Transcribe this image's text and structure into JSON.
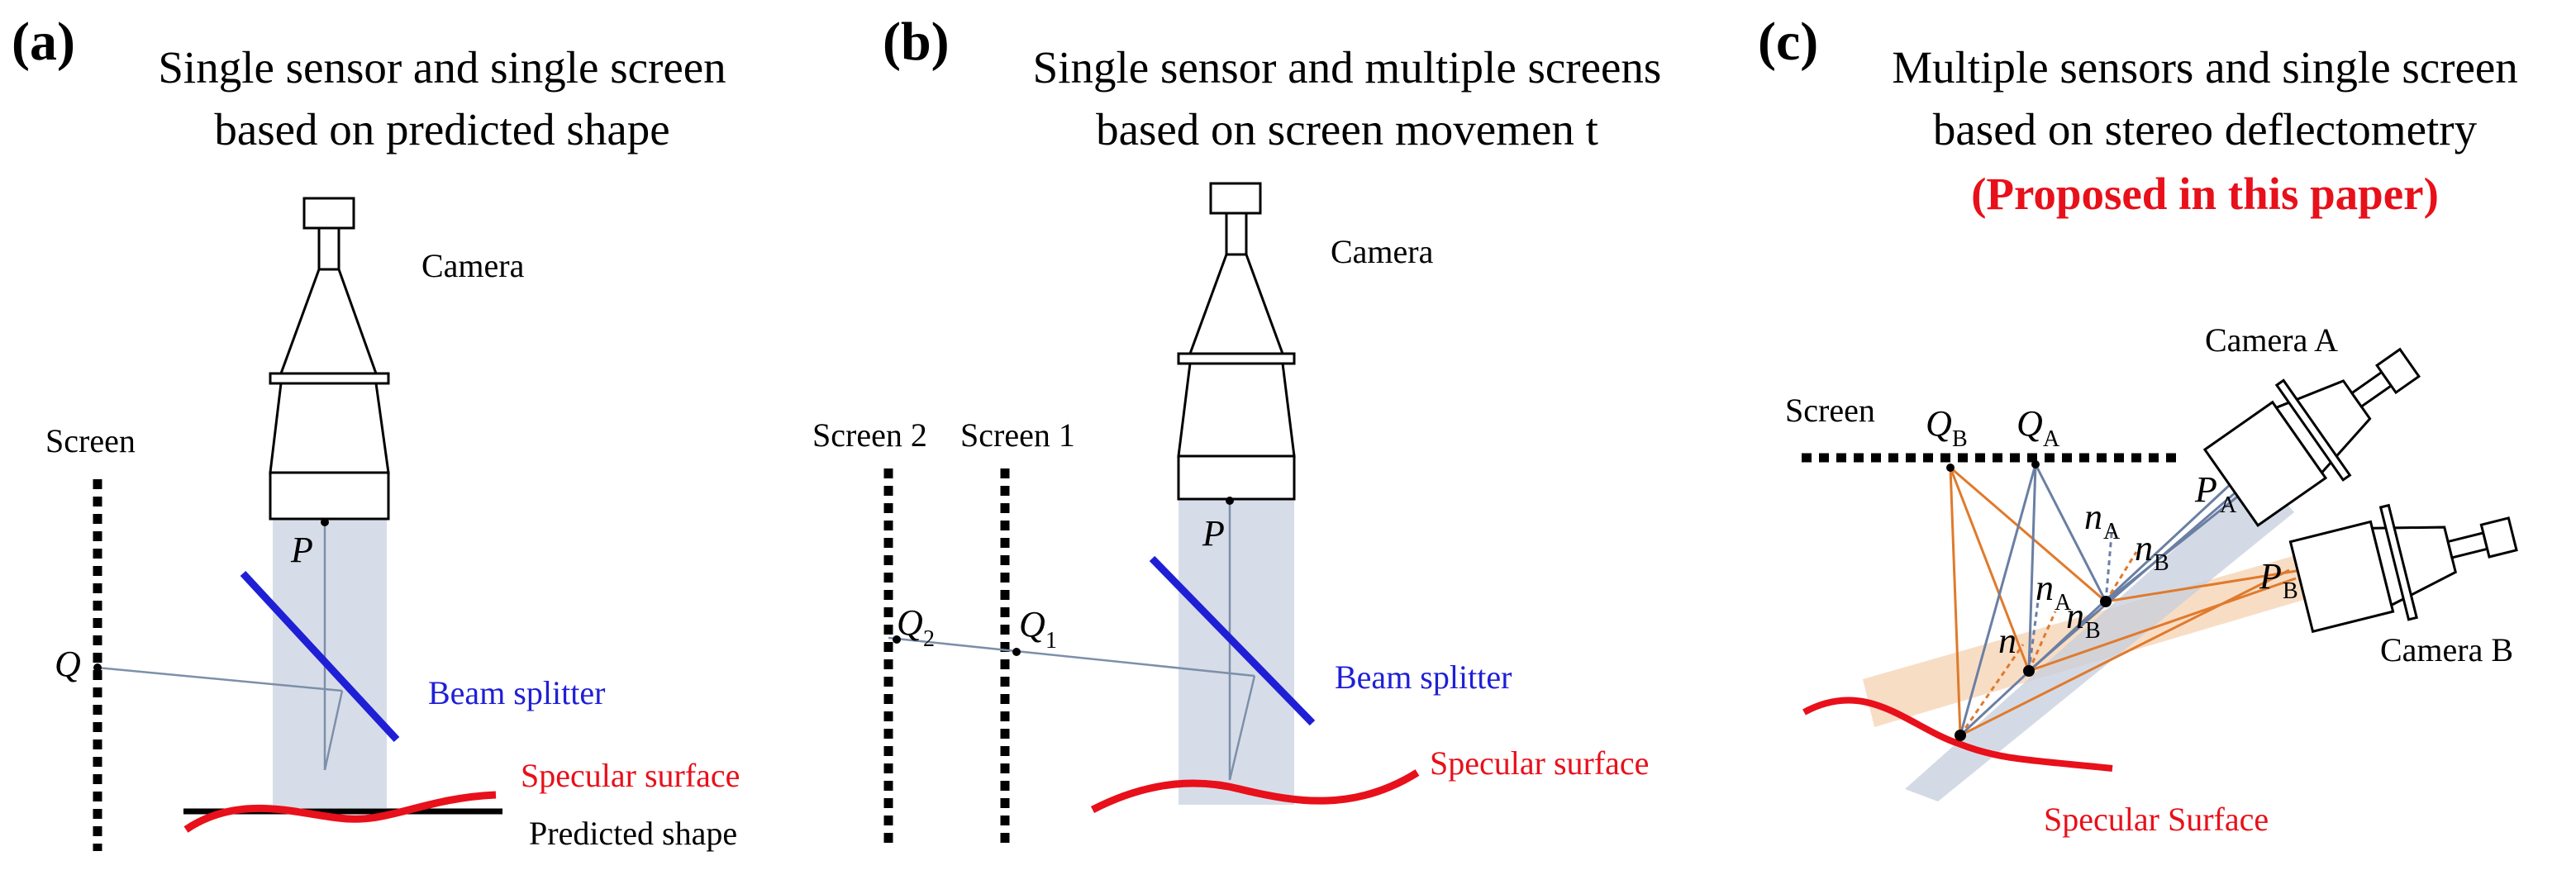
{
  "panels": [
    {
      "tag": "(a)",
      "title_lines": [
        "Single sensor and single screen",
        "based on predicted shape"
      ],
      "labels": {
        "camera": "Camera",
        "screen": "Screen",
        "point_p": "P",
        "point_q": "Q",
        "beam_splitter": "Beam splitter",
        "specular_surface": "Specular surface",
        "predicted_shape": "Predicted shape"
      }
    },
    {
      "tag": "(b)",
      "title_lines": [
        "Single sensor and multiple screens",
        "based on screen movemen t"
      ],
      "labels": {
        "camera": "Camera",
        "screen_2": "Screen 2",
        "screen_1": "Screen 1",
        "point_p": "P",
        "point_q2": "Q",
        "point_q2_sub": "2",
        "point_q1": "Q",
        "point_q1_sub": "1",
        "beam_splitter": "Beam splitter",
        "specular_surface": "Specular surface"
      }
    },
    {
      "tag": "(c)",
      "title_lines": [
        "Multiple sensors and single screen",
        "based on stereo deflectometry"
      ],
      "highlight": "(Proposed in this paper)",
      "labels": {
        "camera_a": "Camera A",
        "camera_b": "Camera B",
        "screen": "Screen",
        "q": "Q",
        "sub_b": "B",
        "sub_a": "A",
        "p": "P",
        "n": "n",
        "specular_surface": "Specular Surface"
      }
    }
  ],
  "colors": {
    "text": "#000000",
    "highlight": "#e8101a",
    "beam_splitter": "#1f1fd6",
    "light_beam": "#d7dde8",
    "ray": "#7d8faa",
    "camera_a_beam": "#c6cedc",
    "camera_b_beam": "#f6d2b2",
    "orange_ray": "#e07a2c"
  }
}
